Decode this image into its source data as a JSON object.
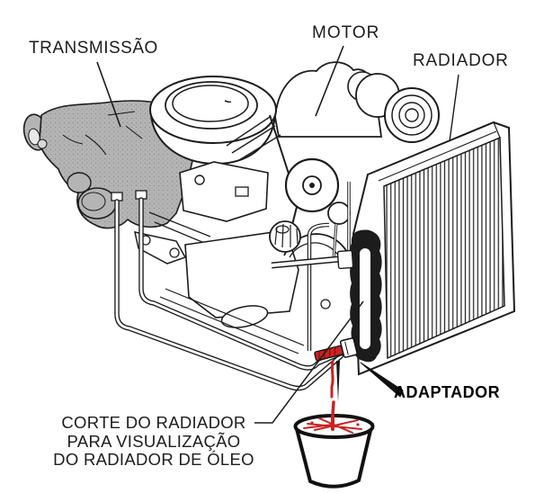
{
  "figure": {
    "type": "technical-line-diagram",
    "subject": "engine-transmission-radiator-oil-cooler-cutaway",
    "colors": {
      "background": "#ffffff",
      "line": "#1c1c1c",
      "transmission_gray": "#b4b4b4",
      "fluid_red": "#c92323"
    }
  },
  "labels": {
    "transmission": "TRANSMISSÃO",
    "motor": "MOTOR",
    "radiator": "RADIADOR",
    "adapter": "ADAPTADOR"
  },
  "caption": {
    "line1": "CORTE DO RADIADOR",
    "line2": "PARA VISUALIZAÇÃO",
    "line3": "DO RADIADOR DE ÓLEO"
  }
}
